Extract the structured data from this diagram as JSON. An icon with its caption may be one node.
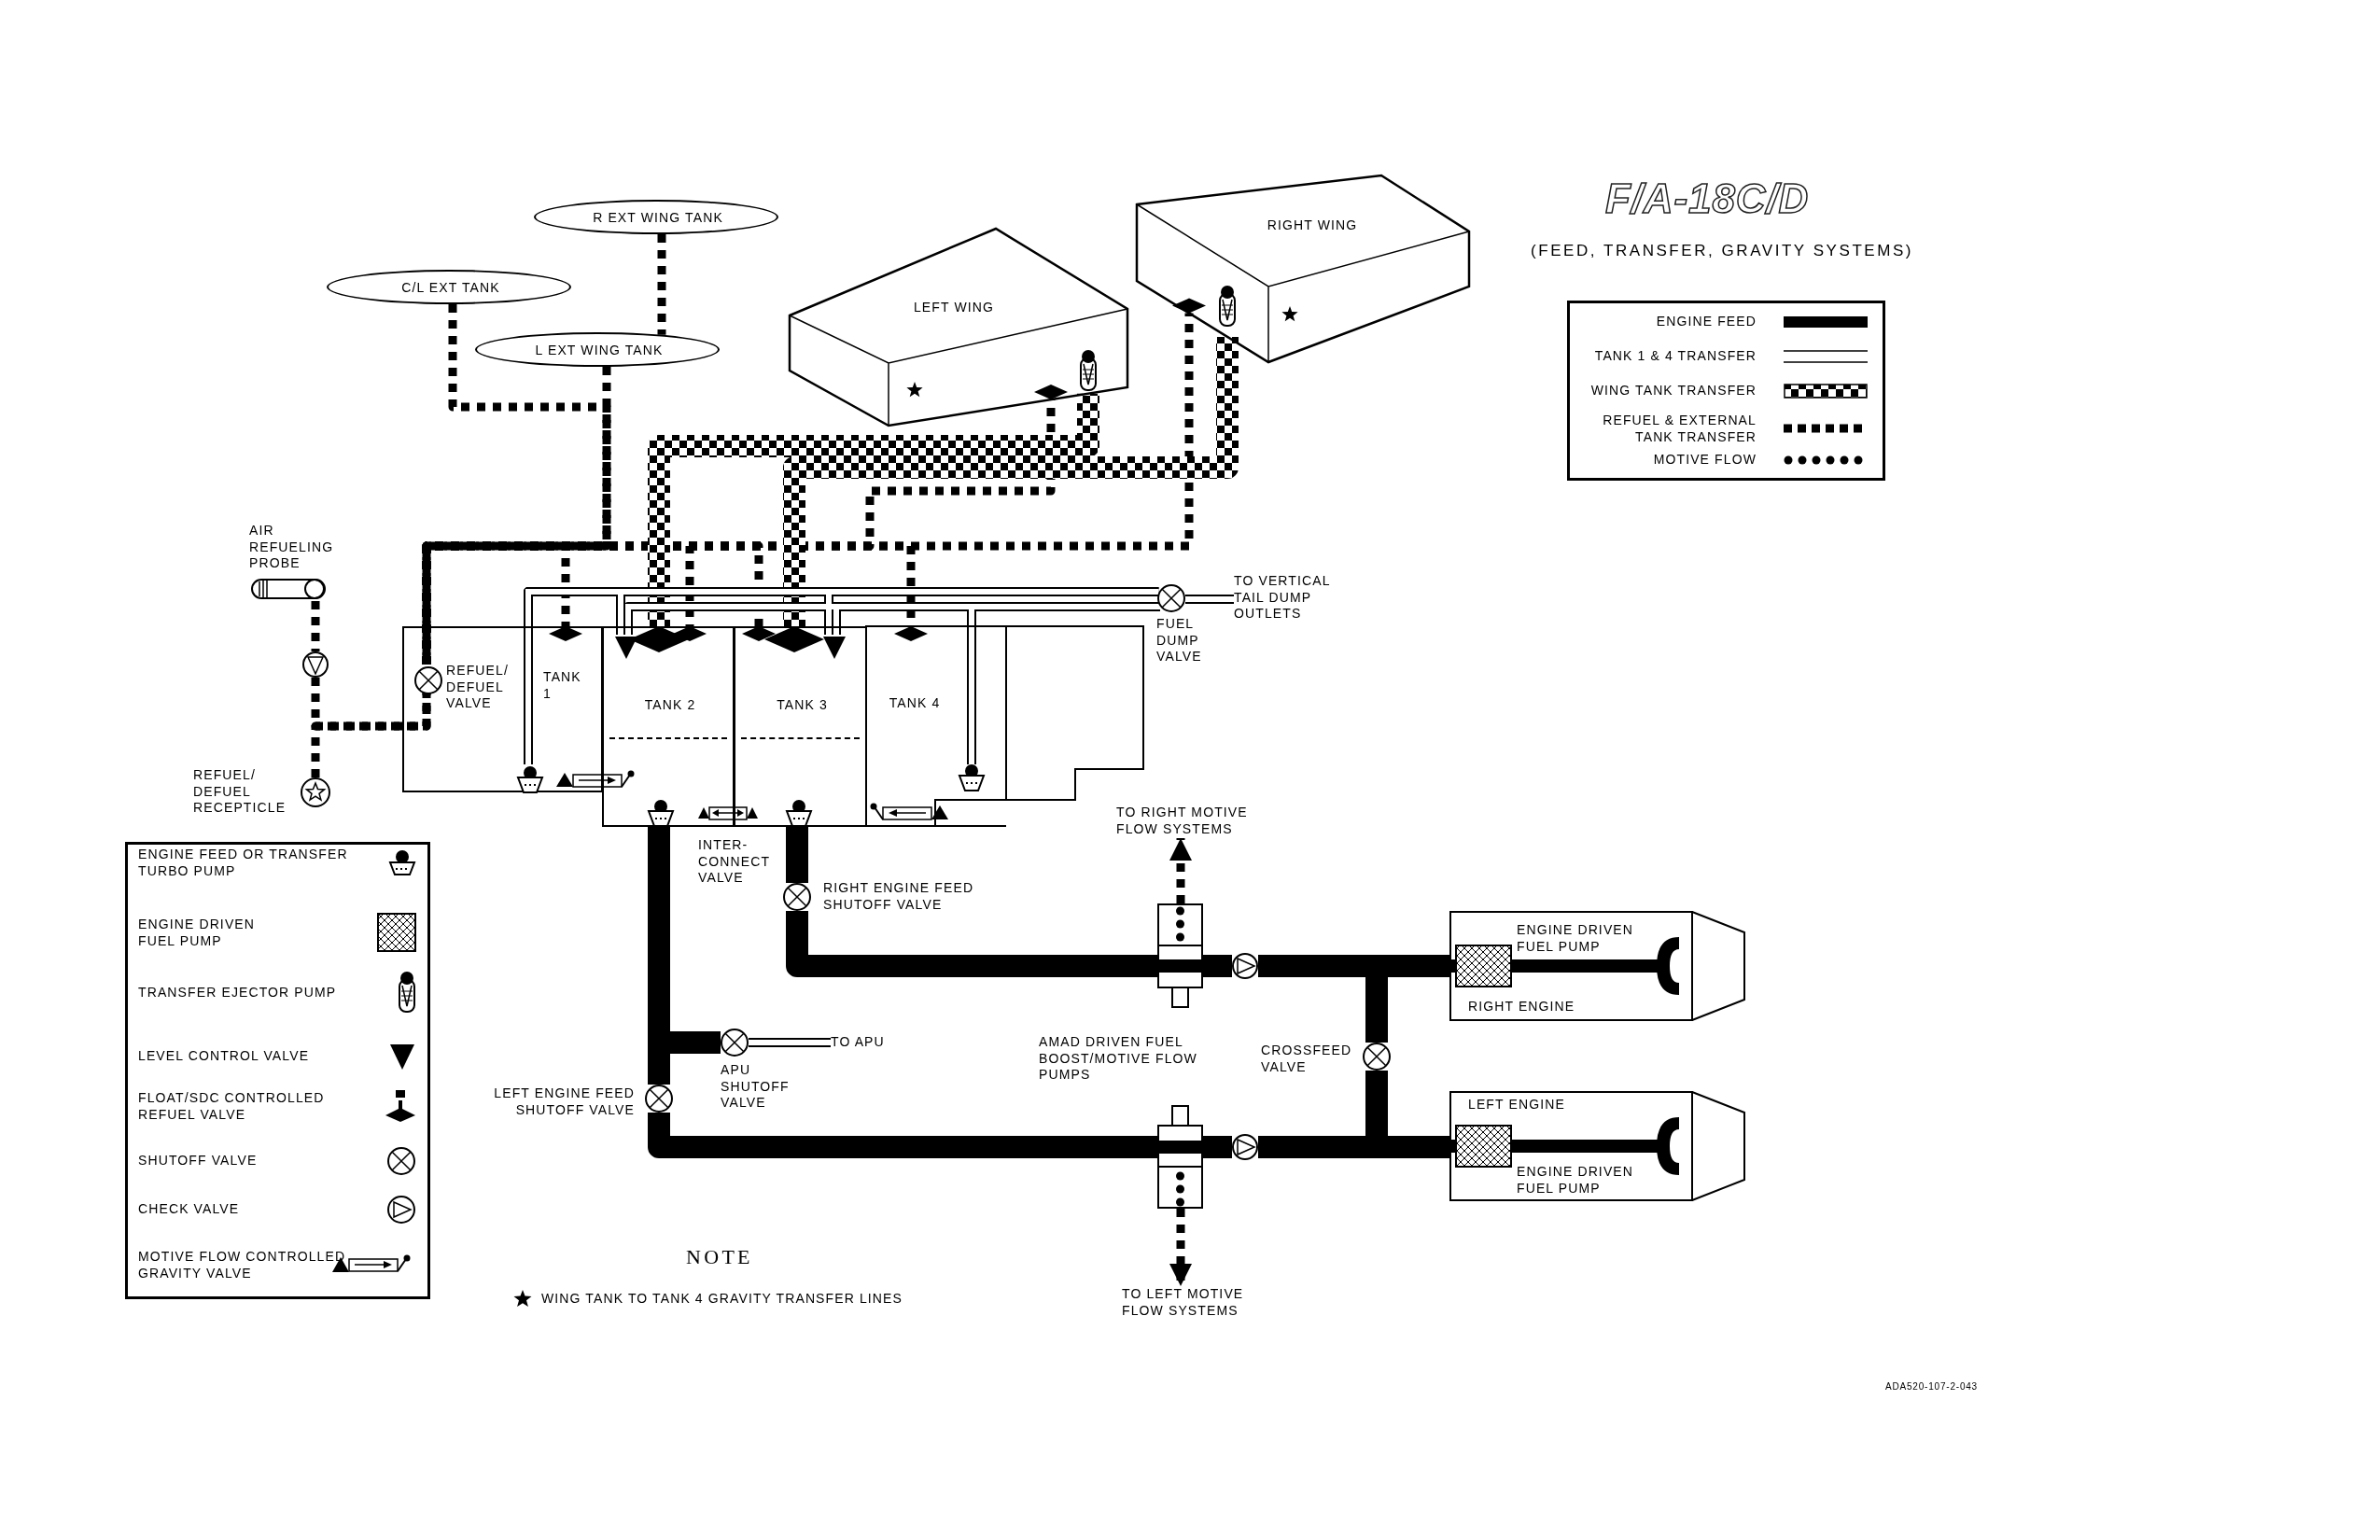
{
  "diagram": {
    "title": "F/A-18C/D",
    "nodes": [
      {
        "text": [
          "R EXT WING TANK"
        ]
      },
      {
        "text": [
          "C/L EXT TANK"
        ]
      },
      {
        "text": [
          "L EXT WING TANK"
        ]
      },
      {
        "text": [
          "LEFT WING"
        ]
      },
      {
        "text": [
          "RIGHT WING"
        ]
      },
      {
        "text": [
          "TANK 1"
        ]
      },
      {
        "text": [
          "TANK 2"
        ]
      },
      {
        "text": [
          "TANK 3"
        ]
      },
      {
        "text": [
          "TANK 4"
        ]
      },
      {
        "text": [],
        "shape": "cylinder",
        "beside": [
          "AIR REFUELING PROBE"
        ]
      },
      {
        "text": [],
        "shape": "circle",
        "beside": [
          "REFUEL/ DEFUEL RECEPTICLE"
        ]
      },
      {
        "text": [
          "ENGINE DRIVEN FUEL PUMP",
          "RIGHT ENGINE"
        ]
      },
      {
        "text": [
          "LEFT ENGINE",
          "ENGINE DRIVEN FUEL PUMP"
        ]
      },
      {
        "text": [],
        "shape": "circle",
        "beside": [
          "CROSSFEED VALVE"
        ]
      },
      {
        "text": [],
        "shape": "circle",
        "beside": [
          "RIGHT ENGINE FEED SHUTOFF VALVE"
        ]
      },
      {
        "text": [],
        "shape": "circle",
        "beside": [
          "LEFT ENGINE FEED SHUTOFF VALVE"
        ]
      },
      {
        "text": [],
        "shape": "circle",
        "beside": [
          "APU SHUTOFF VALVE"
        ]
      },
      {
        "text": [],
        "shape": "circle",
        "beside": [
          "FUEL DUMP VALVE"
        ]
      },
      {
        "text": [],
        "shape": "circle",
        "in": 5,
        "beside": [
          "REFUEL/ DEFUEL VALVE"
        ]
      },
      {
        "text": [],
        "shape": "box"
      },
      {
        "text": [],
        "shape": "box"
      },
      {
        "text": [],
        "shape": "circle"
      },
      {
        "text": [],
        "shape": "circle"
      },
      {
        "text": [],
        "shape": "circle"
      },
      {
        "text": [],
        "shape": "pump",
        "in": 5
      },
      {
        "text": [],
        "shape": "pump",
        "in": 6
      },
      {
        "text": [],
        "shape": "pump",
        "in": 7
      },
      {
        "text": [],
        "shape": "pump",
        "in": 8
      },
      {
        "text": [],
        "shape": "triangle",
        "in": 6
      },
      {
        "text": [],
        "shape": "triangle",
        "in": 7
      },
      {
        "text": [
          "TO VERTICAL TAIL DUMP OUTLETS"
        ]
      },
      {
        "text": [
          "TO APU"
        ]
      },
      {
        "text": [
          "TO RIGHT MOTIVE FLOW SYSTEMS"
        ]
      },
      {
        "text": [
          "TO LEFT MOTIVE FLOW SYSTEMS"
        ]
      }
    ],
    "edges": [
      {
        "from": 0,
        "to": 2,
        "arrow": "none",
        "style": "dashed"
      },
      {
        "from": 1,
        "to": 18,
        "arrow": "none",
        "style": "dashed"
      },
      {
        "from": 2,
        "to": 18,
        "arrow": "none",
        "style": "dashed"
      },
      {
        "from": 9,
        "to": 21,
        "arrow": "none",
        "style": "dashed"
      },
      {
        "from": 21,
        "to": 18,
        "arrow": "none",
        "style": "dashed"
      },
      {
        "from": 10,
        "to": 18,
        "arrow": "none",
        "style": "dashed"
      },
      {
        "from": 18,
        "to": 5,
        "arrow": "other",
        "style": "dashed"
      },
      {
        "from": 18,
        "to": 6,
        "arrow": "other",
        "style": "dashed"
      },
      {
        "from": 18,
        "to": 7,
        "arrow": "other",
        "style": "dashed"
      },
      {
        "from": 18,
        "to": 8,
        "arrow": "other",
        "style": "dashed"
      },
      {
        "from": 18,
        "to": 3,
        "arrow": "other",
        "style": "dashed"
      },
      {
        "from": 18,
        "to": 4,
        "arrow": "other",
        "style": "dashed"
      },
      {
        "from": 3,
        "to": 6,
        "arrow": "other",
        "style": "thick"
      },
      {
        "from": 4,
        "to": 7,
        "arrow": "other",
        "style": "thick"
      },
      {
        "from": 25,
        "to": 15,
        "arrow": "none",
        "style": "thick"
      },
      {
        "from": 25,
        "to": 16,
        "arrow": "none",
        "style": "thick"
      },
      {
        "from": 15,
        "to": 20,
        "arrow": "none",
        "style": "thick"
      },
      {
        "from": 20,
        "to": 23,
        "arrow": "none",
        "style": "thick"
      },
      {
        "from": 23,
        "to": 12,
        "arrow": "none",
        "style": "thick"
      },
      {
        "from": 26,
        "to": 14,
        "arrow": "none",
        "style": "thick"
      },
      {
        "from": 14,
        "to": 19,
        "arrow": "none",
        "style": "thick"
      },
      {
        "from": 19,
        "to": 22,
        "arrow": "none",
        "style": "thick"
      },
      {
        "from": 22,
        "to": 11,
        "arrow": "none",
        "style": "thick"
      },
      {
        "from": 13,
        "to": 11,
        "arrow": "none",
        "style": "thick"
      },
      {
        "from": 13,
        "to": 12,
        "arrow": "none",
        "style": "thick"
      },
      {
        "from": 19,
        "to": 32,
        "arrow": "to",
        "style": "dashed"
      },
      {
        "from": 20,
        "to": 33,
        "arrow": "to",
        "style": "dashed"
      },
      {
        "from": 24,
        "to": 17,
        "arrow": "none"
      },
      {
        "from": 27,
        "to": 17,
        "arrow": "none"
      },
      {
        "from": 24,
        "to": 28,
        "arrow": "none"
      },
      {
        "from": 24,
        "to": 29,
        "arrow": "none"
      },
      {
        "from": 27,
        "to": 28,
        "arrow": "none"
      },
      {
        "from": 27,
        "to": 29,
        "arrow": "none"
      },
      {
        "from": 17,
        "to": 30,
        "arrow": "none"
      },
      {
        "from": 16,
        "to": 31,
        "arrow": "none"
      }
    ],
    "labels": [
      "(FEED, TRANSFER, GRAVITY SYSTEMS)",
      "INTER- CONNECT VALVE",
      "AMAD DRIVEN FUEL BOOST/MOTIVE FLOW PUMPS",
      "NOTE",
      "WING TANK TO TANK 4 GRAVITY TRANSFER LINES",
      "ADA520-107-2-043"
    ],
    "legend": [
      {
        "text": "ENGINE FEED"
      },
      {
        "text": "TANK 1 & 4 TRANSFER"
      },
      {
        "text": "WING TANK TRANSFER"
      },
      {
        "text": "REFUEL & EXTERNAL TANK TRANSFER"
      },
      {
        "text": "MOTIVE FLOW"
      },
      {
        "text": "ENGINE FEED OR TRANSFER TURBO PUMP"
      },
      {
        "text": "ENGINE DRIVEN FUEL PUMP"
      },
      {
        "text": "TRANSFER EJECTOR PUMP"
      },
      {
        "text": "LEVEL CONTROL VALVE"
      },
      {
        "text": "FLOAT/SDC CONTROLLED REFUEL VALVE"
      },
      {
        "text": "SHUTOFF VALVE"
      },
      {
        "text": "CHECK VALVE"
      },
      {
        "text": "MOTIVE FLOW CONTROLLED GRAVITY VALVE"
      }
    ]
  }
}
